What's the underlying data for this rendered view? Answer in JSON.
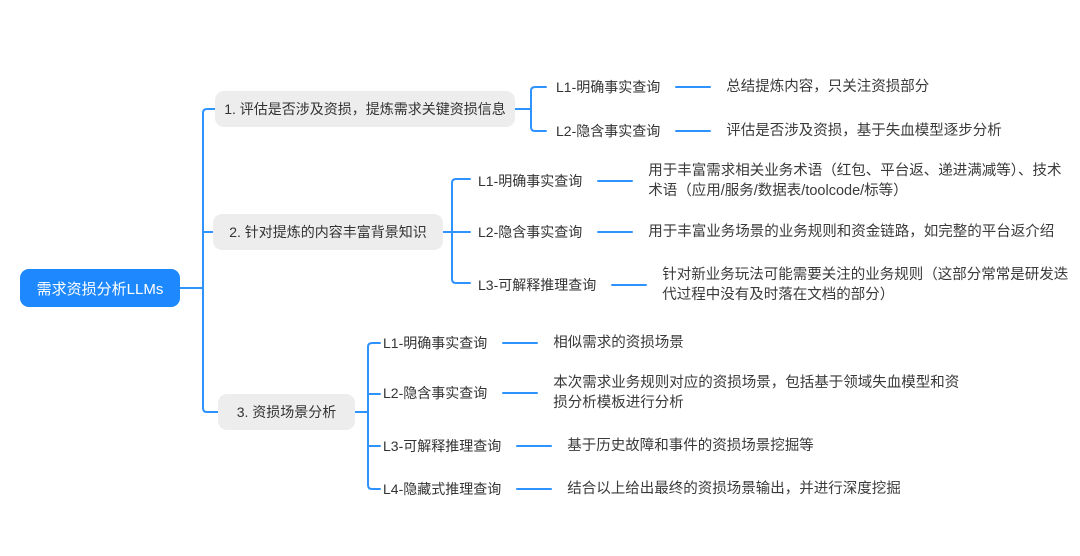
{
  "root": {
    "label": "需求资损分析LLMs"
  },
  "colors": {
    "root_bg": "#1E88FE",
    "root_text": "#FFFFFF",
    "branch_bg": "#EDEDED",
    "connector_line": "#2E92FF",
    "text": "#333333"
  },
  "branches": [
    {
      "label": "1. 评估是否涉及资损，提炼需求关键资损信息",
      "children": [
        {
          "label": "L1-明确事实查询",
          "note": "总结提炼内容，只关注资损部分"
        },
        {
          "label": "L2-隐含事实查询",
          "note": "评估是否涉及资损，基于失血模型逐步分析"
        }
      ]
    },
    {
      "label": "2. 针对提炼的内容丰富背景知识",
      "children": [
        {
          "label": "L1-明确事实查询",
          "note": "用于丰富需求相关业务术语（红包、平台返、递进满减等）、技术术语（应用/服务/数据表/toolcode/标等）"
        },
        {
          "label": "L2-隐含事实查询",
          "note": "用于丰富业务场景的业务规则和资金链路，如完整的平台返介绍"
        },
        {
          "label": "L3-可解释推理查询",
          "note": "针对新业务玩法可能需要关注的业务规则（这部分常常是研发迭代过程中没有及时落在文档的部分）"
        }
      ]
    },
    {
      "label": "3. 资损场景分析",
      "children": [
        {
          "label": "L1-明确事实查询",
          "note": "相似需求的资损场景"
        },
        {
          "label": "L2-隐含事实查询",
          "note": "本次需求业务规则对应的资损场景，包括基于领域失血模型和资损分析模板进行分析"
        },
        {
          "label": "L3-可解释推理查询",
          "note": "基于历史故障和事件的资损场景挖掘等"
        },
        {
          "label": "L4-隐藏式推理查询",
          "note": "结合以上给出最终的资损场景输出，并进行深度挖掘"
        }
      ]
    }
  ]
}
